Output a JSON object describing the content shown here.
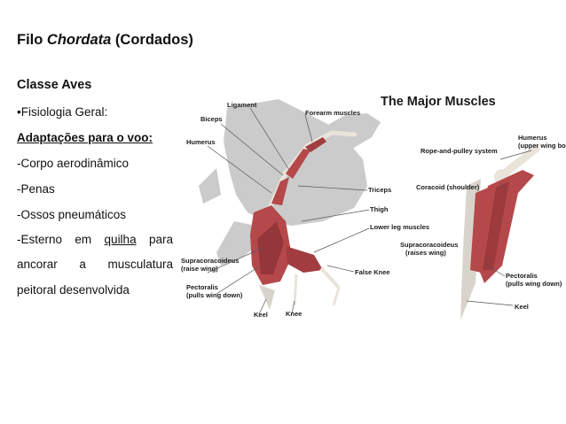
{
  "slide": {
    "title_prefix": "Filo ",
    "title_italic": "Chordata",
    "title_suffix": " (Cordados)",
    "class_heading": "Classe Aves",
    "bullet": "•Fisiologia  Geral:",
    "adaptations_heading": "Adaptações para o voo:",
    "items": [
      "-Corpo aerodinâmico",
      "-Penas",
      "-Ossos pneumáticos"
    ],
    "item4_words": [
      "-Esterno",
      "em",
      "quilha",
      "para"
    ],
    "item4_line2_words": [
      "ancorar",
      "a",
      "musculatura"
    ],
    "item4_line3": "peitoral desenvolvida"
  },
  "figure": {
    "title": "The Major Muscles",
    "labels": {
      "ligament": "Ligament",
      "forearm": "Forearm muscles",
      "biceps": "Biceps",
      "humerus": "Humerus",
      "rope": "Rope-and-pulley system",
      "humerus_upper_1": "Humerus",
      "humerus_upper_2": "(upper wing bone)",
      "triceps": "Triceps",
      "coracoid": "Coracoid (shoulder)",
      "thigh": "Thigh",
      "lower_leg": "Lower leg muscles",
      "supra_r_1": "Supracoracoideus",
      "supra_r_2": "(raises wing)",
      "supra_l_1": "Supracoracoideus",
      "supra_l_2": "(raise wing)",
      "false_knee": "False Knee",
      "pect_l_1": "Pectoralis",
      "pect_l_2": "(pulls wing down)",
      "pect_r_1": "Pectoralis",
      "pect_r_2": "(pulls wing down)",
      "keel_l": "Keel",
      "knee": "Knee",
      "keel_r": "Keel"
    }
  },
  "colors": {
    "muscle": "#b5484a",
    "muscle_dark": "#8a2f33",
    "silhouette": "#c9c9c9",
    "bone": "#e9e6df"
  }
}
